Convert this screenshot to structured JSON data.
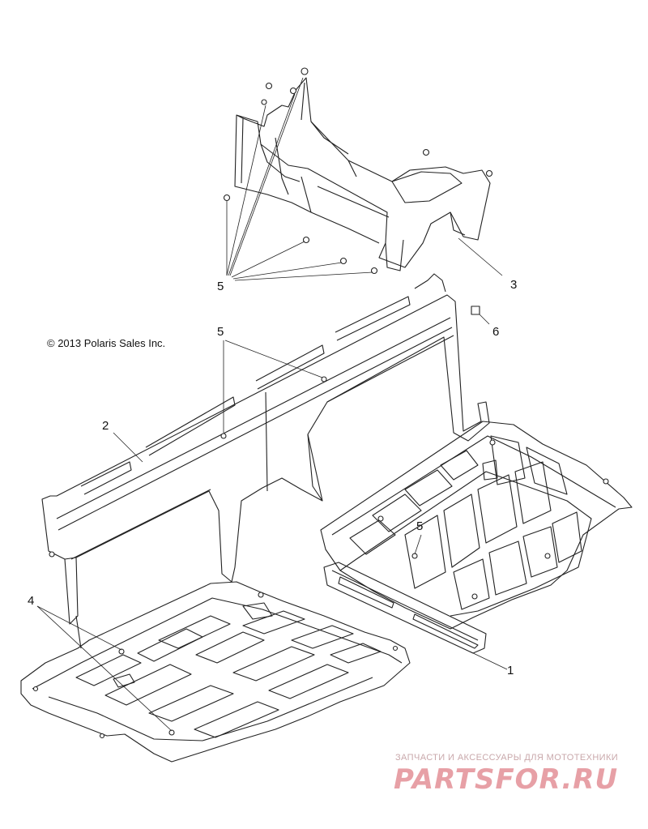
{
  "copyright": "© 2013 Polaris Sales Inc.",
  "callouts": {
    "c1": "1",
    "c2": "2",
    "c3": "3",
    "c4": "4",
    "c5_top": "5",
    "c5_mid": "5",
    "c5_right": "5",
    "c6": "6"
  },
  "watermark": {
    "tagline": "ЗАПЧАСТИ И АКСЕССУАРЫ ДЛЯ МОТОТЕХНИКИ",
    "logo": "PARTSFOR.RU"
  },
  "colors": {
    "line": "#222222",
    "watermark": "#e7a0a6"
  }
}
